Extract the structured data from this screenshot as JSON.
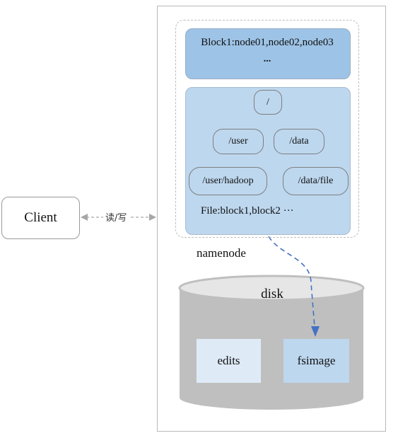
{
  "client": {
    "label": "Client"
  },
  "connection": {
    "label": "读/写"
  },
  "namenode": {
    "label": "namenode",
    "block_map": {
      "text": "Block1:node01,node02,node03",
      "more": "..."
    },
    "tree": {
      "root": "/",
      "user": "/user",
      "data": "/data",
      "user_hadoop": "/user/hadoop",
      "data_file": "/data/file"
    },
    "file_blocks": "File:block1,block2 ···"
  },
  "disk": {
    "label": "disk",
    "edits": "edits",
    "fsimage": "fsimage"
  },
  "colors": {
    "block_fill": "#9dc3e6",
    "tree_fill": "#bdd7ee",
    "disk_gray": "#bfbfbf",
    "edits_fill": "#deebf7",
    "arrow_blue": "#4472c4"
  }
}
